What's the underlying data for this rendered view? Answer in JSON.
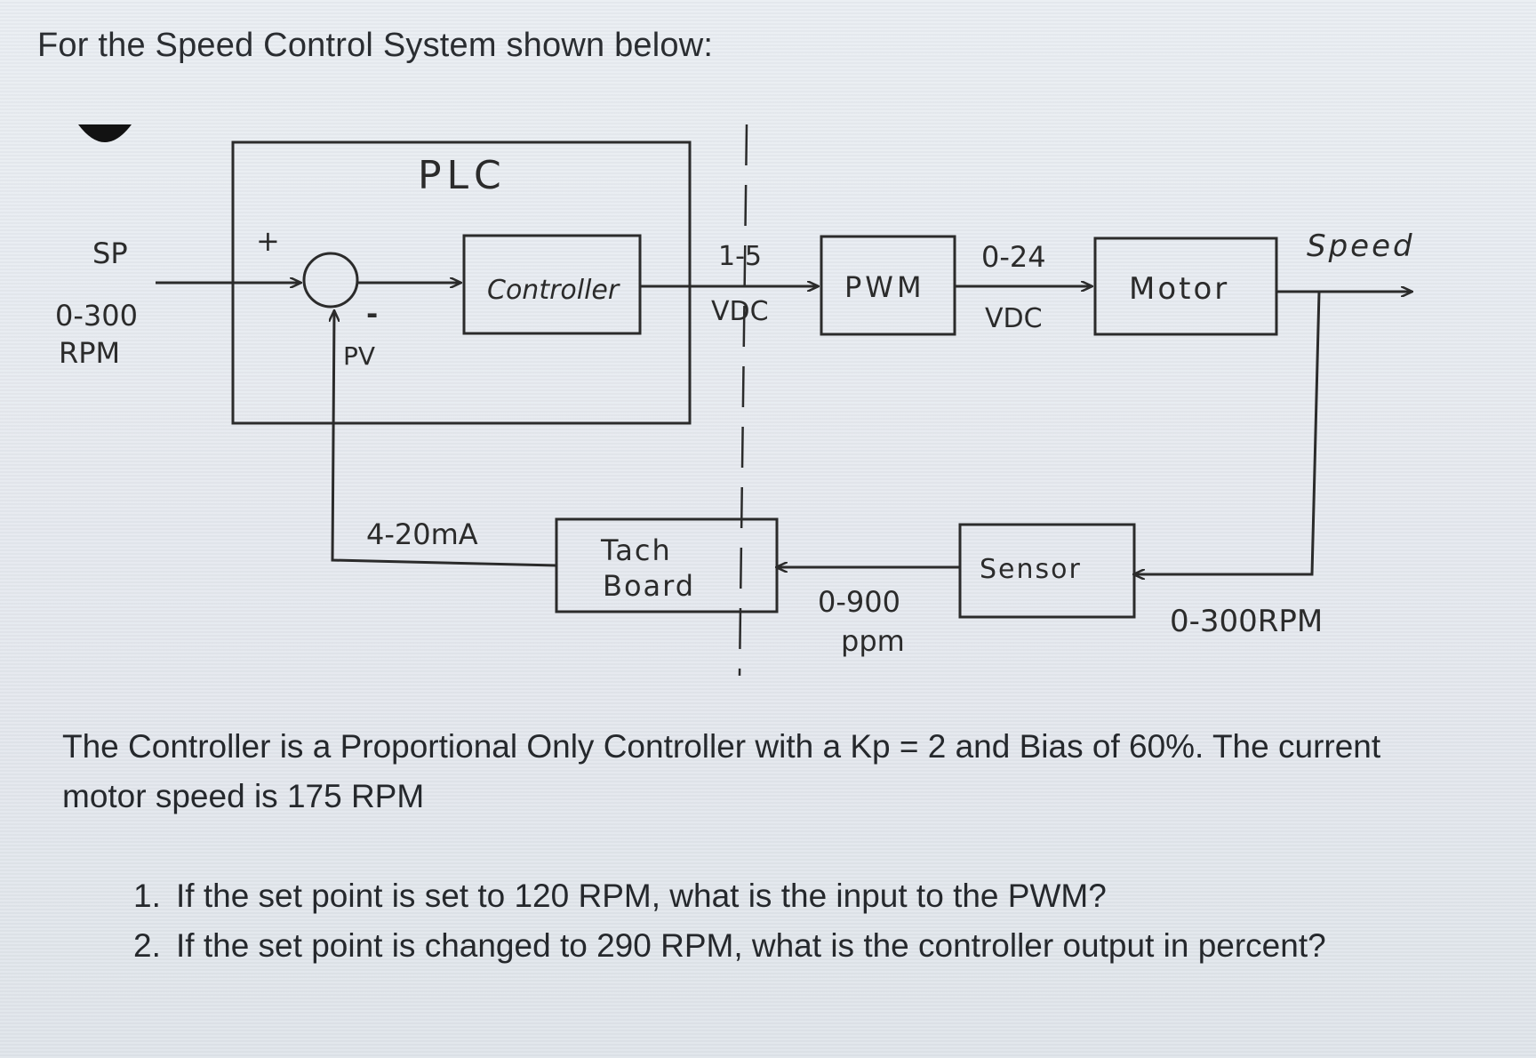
{
  "heading": "For the Speed Control System shown below:",
  "diagram": {
    "plc_label": "PLC",
    "sp_label": "SP",
    "sp_range_1": "0-300",
    "sp_range_2": "RPM",
    "plus_sign": "+",
    "minus_sign": "-",
    "pv_label": "PV",
    "controller_label": "Controller",
    "signal_1_top": "1-5",
    "signal_1_bottom": "VDC",
    "pwm_label": "PWM",
    "signal_2_top": "0-24",
    "signal_2_bottom": "VDC",
    "motor_label": "Motor",
    "speed_label": "Speed",
    "signal_4_20": "4-20mA",
    "tach_line_1": "Tach",
    "tach_line_2": "Board",
    "ppm_top": "0-900",
    "ppm_bottom": "ppm",
    "sensor_label": "Sensor",
    "sensor_range": "0-300RPM"
  },
  "paragraph": "The Controller is a Proportional Only Controller with a Kp = 2 and Bias of 60%.  The current motor speed is 175 RPM",
  "questions": [
    {
      "num": "1.",
      "text": "If the set point is set to 120 RPM, what is the input to the PWM?"
    },
    {
      "num": "2.",
      "text": "If the set point is changed to 290 RPM, what is the controller output in percent?"
    }
  ]
}
